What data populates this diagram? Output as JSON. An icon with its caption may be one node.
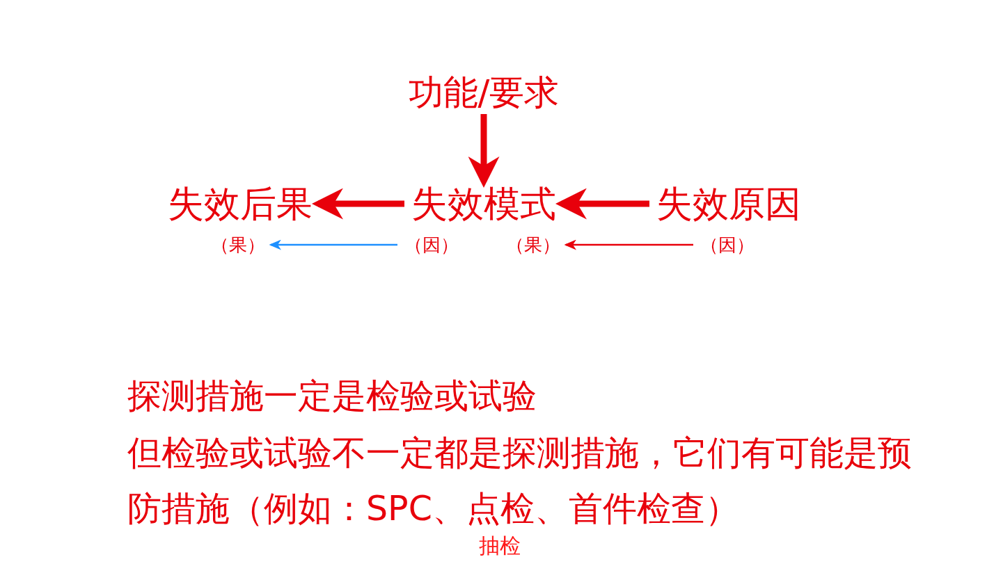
{
  "diagram": {
    "nodes": [
      {
        "text": [
          "功能/要求"
        ]
      },
      {
        "text": [
          "失效后果"
        ]
      },
      {
        "text": [
          "失效模式"
        ]
      },
      {
        "text": [
          "失效原因"
        ]
      },
      {
        "text": [
          "（果）"
        ]
      },
      {
        "text": [
          "（因）"
        ]
      },
      {
        "text": [
          "（果）"
        ]
      },
      {
        "text": [
          "（因）"
        ]
      }
    ],
    "edges": [
      {
        "from": 0,
        "to": 2,
        "arrow": "to"
      },
      {
        "from": 2,
        "to": 1,
        "arrow": "to"
      },
      {
        "from": 3,
        "to": 2,
        "arrow": "to"
      },
      {
        "from": 5,
        "to": 4,
        "arrow": "to",
        "color": "#1e90ff"
      },
      {
        "from": 7,
        "to": 6,
        "arrow": "to"
      }
    ],
    "labels": [
      "探测措施一定是检验或试验",
      "但检验或试验不一定都是探测措施，它们有可能是预防措施（例如：SPC、点检、首件检查）",
      "抽检"
    ]
  }
}
